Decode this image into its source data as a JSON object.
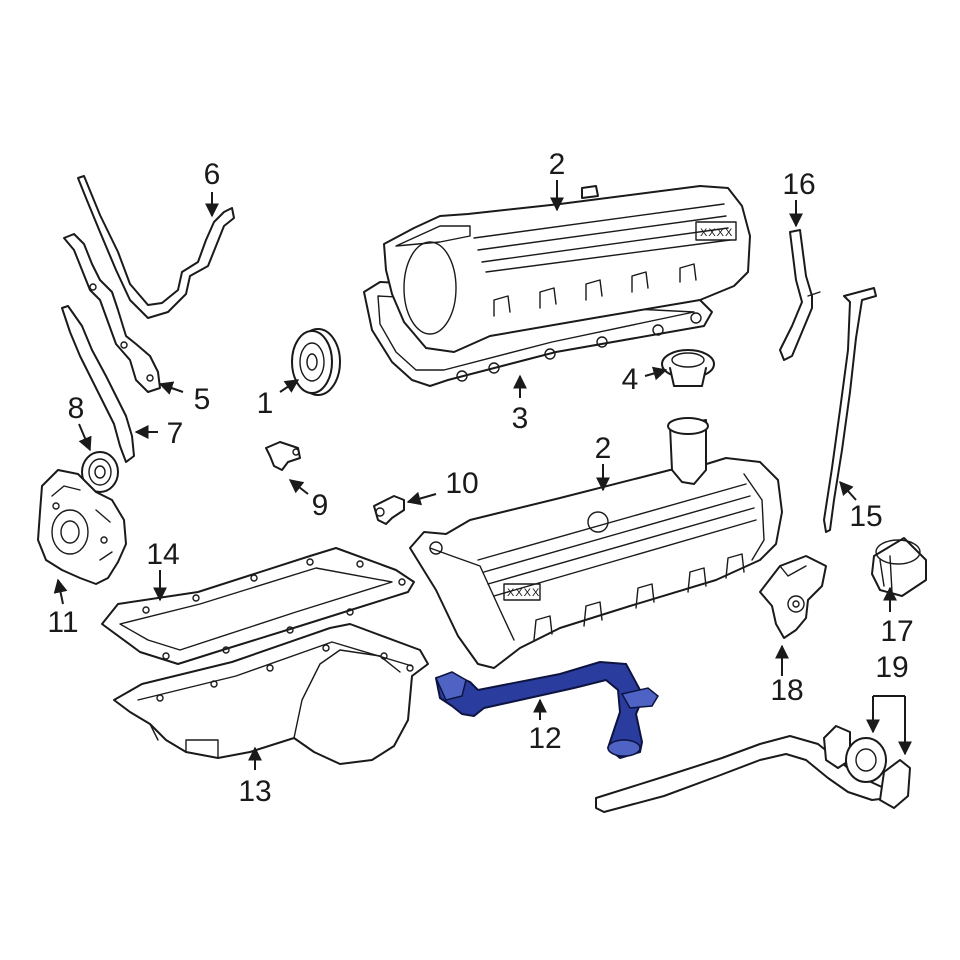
{
  "diagram": {
    "highlight_color": "#2a3d9e",
    "callouts": {
      "c1": "1",
      "c2a": "2",
      "c2b": "2",
      "c3": "3",
      "c4": "4",
      "c5": "5",
      "c6": "6",
      "c7": "7",
      "c8": "8",
      "c9": "9",
      "c10": "10",
      "c11": "11",
      "c12": "12",
      "c13": "13",
      "c14": "14",
      "c15": "15",
      "c16": "16",
      "c17": "17",
      "c18": "18",
      "c19": "19"
    },
    "tags": {
      "upper_cover": "XXXX",
      "lower_cover": "XXXX"
    }
  }
}
